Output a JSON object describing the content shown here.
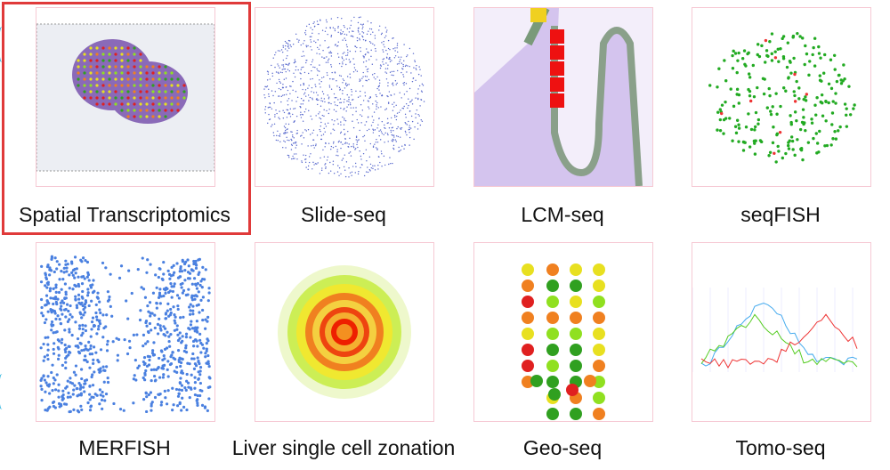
{
  "methods": [
    {
      "label": "Spatial Transcriptomics",
      "selected": true
    },
    {
      "label": "Slide-seq",
      "selected": false
    },
    {
      "label": "LCM-seq",
      "selected": false
    },
    {
      "label": "seqFISH",
      "selected": false
    },
    {
      "label": "MERFISH",
      "selected": false
    },
    {
      "label": "Liver single cell zonation",
      "selected": false
    },
    {
      "label": "Geo-seq",
      "selected": false
    },
    {
      "label": "Tomo-seq",
      "selected": false
    }
  ],
  "colors": {
    "selection": "#e03a3a",
    "tile_border": "#f6c9d4"
  }
}
